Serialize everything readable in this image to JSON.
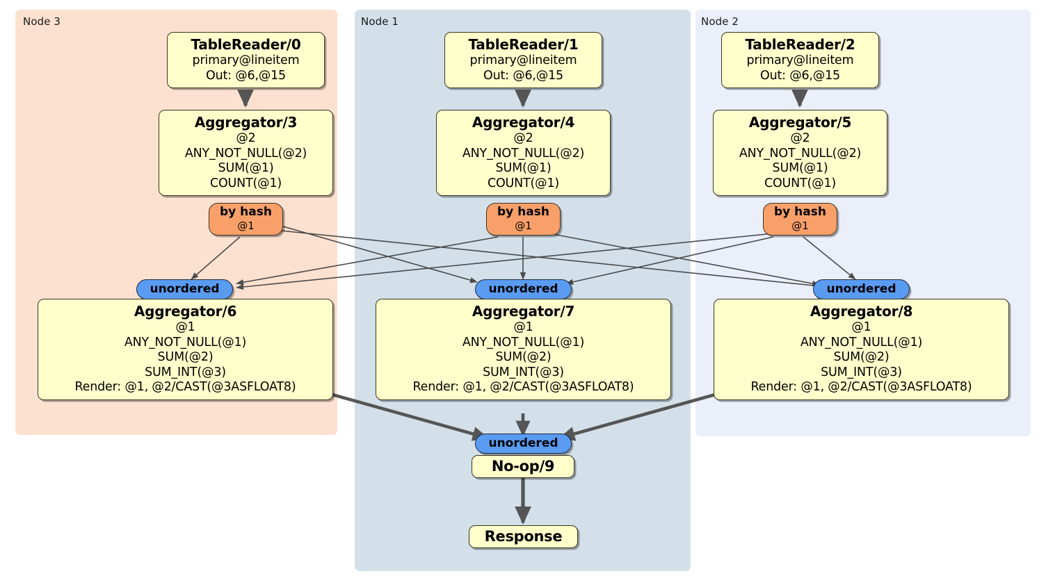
{
  "diagram": {
    "type": "distributed-query-plan",
    "colors": {
      "node3_bg": "#fde1d0",
      "node1_bg": "#d3e0ea",
      "node2_bg": "#eaeffa",
      "box_fill": "#ffffcc",
      "box_stroke": "#3a3520",
      "hash_fill": "#f9a06a",
      "pill_fill": "#5a9bf2",
      "edge_thin": "#4a4a4a",
      "edge_thick": "#555555"
    }
  },
  "clusters": [
    {
      "id": "node3",
      "label": "Node 3"
    },
    {
      "id": "node1",
      "label": "Node 1"
    },
    {
      "id": "node2",
      "label": "Node 2"
    }
  ],
  "nodes": {
    "tablereader0": {
      "title": "TableReader/0",
      "lines": [
        "primary@lineitem",
        "Out: @6,@15"
      ]
    },
    "tablereader1": {
      "title": "TableReader/1",
      "lines": [
        "primary@lineitem",
        "Out: @6,@15"
      ]
    },
    "tablereader2": {
      "title": "TableReader/2",
      "lines": [
        "primary@lineitem",
        "Out: @6,@15"
      ]
    },
    "aggregator3": {
      "title": "Aggregator/3",
      "lines": [
        "@2",
        "ANY_NOT_NULL(@2)",
        "SUM(@1)",
        "COUNT(@1)"
      ]
    },
    "aggregator4": {
      "title": "Aggregator/4",
      "lines": [
        "@2",
        "ANY_NOT_NULL(@2)",
        "SUM(@1)",
        "COUNT(@1)"
      ]
    },
    "aggregator5": {
      "title": "Aggregator/5",
      "lines": [
        "@2",
        "ANY_NOT_NULL(@2)",
        "SUM(@1)",
        "COUNT(@1)"
      ]
    },
    "byhash_left": {
      "title": "by hash",
      "lines": [
        "@1"
      ]
    },
    "byhash_center": {
      "title": "by hash",
      "lines": [
        "@1"
      ]
    },
    "byhash_right": {
      "title": "by hash",
      "lines": [
        "@1"
      ]
    },
    "unordered_left": {
      "label": "unordered"
    },
    "unordered_center": {
      "label": "unordered"
    },
    "unordered_right": {
      "label": "unordered"
    },
    "aggregator6": {
      "title": "Aggregator/6",
      "lines": [
        "@1",
        "ANY_NOT_NULL(@1)",
        "SUM(@2)",
        "SUM_INT(@3)",
        "Render: @1, @2/CAST(@3ASFLOAT8)"
      ]
    },
    "aggregator7": {
      "title": "Aggregator/7",
      "lines": [
        "@1",
        "ANY_NOT_NULL(@1)",
        "SUM(@2)",
        "SUM_INT(@3)",
        "Render: @1, @2/CAST(@3ASFLOAT8)"
      ]
    },
    "aggregator8": {
      "title": "Aggregator/8",
      "lines": [
        "@1",
        "ANY_NOT_NULL(@1)",
        "SUM(@2)",
        "SUM_INT(@3)",
        "Render: @1, @2/CAST(@3ASFLOAT8)"
      ]
    },
    "unordered_final": {
      "label": "unordered"
    },
    "noop9": {
      "label": "No-op/9"
    },
    "response": {
      "label": "Response"
    }
  }
}
